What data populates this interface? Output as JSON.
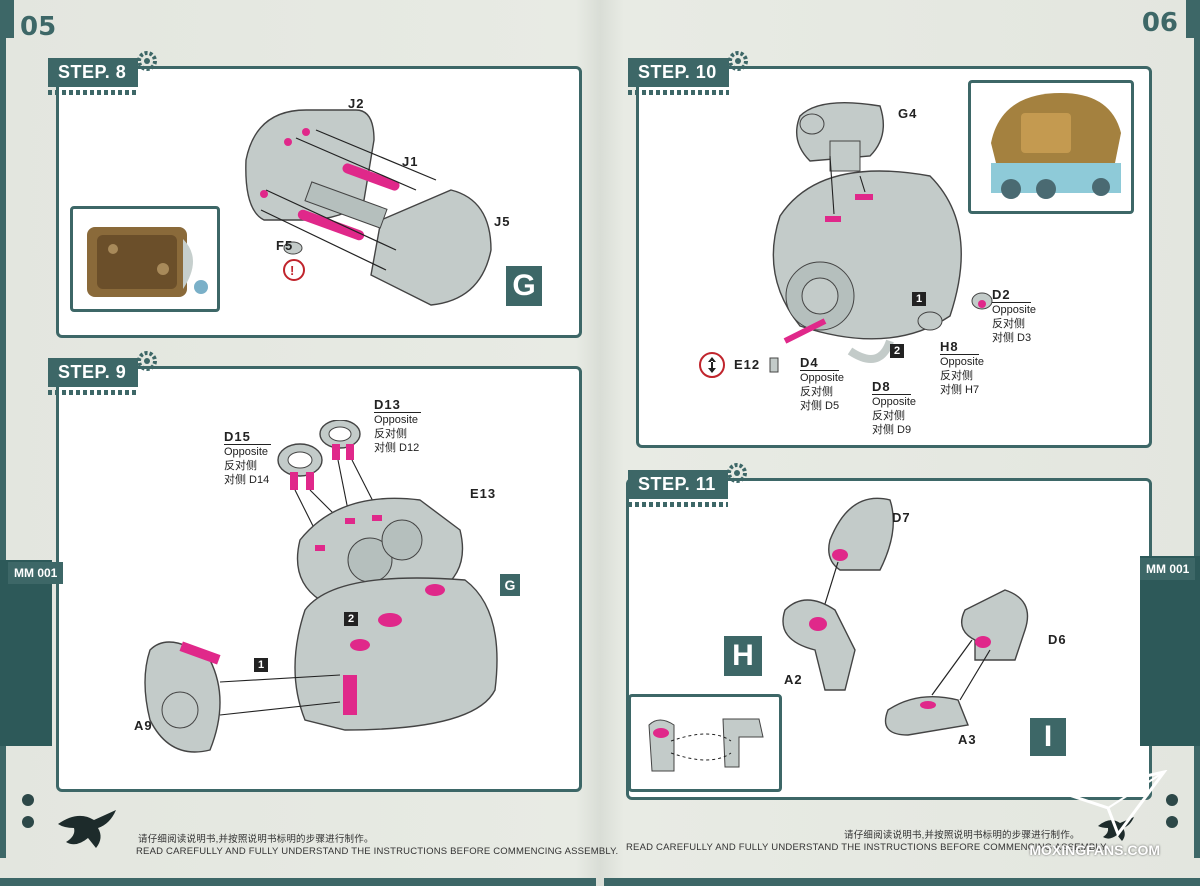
{
  "pages": {
    "left_number": "05",
    "right_number": "06"
  },
  "step8": {
    "title": "STEP. 8",
    "labels": {
      "j2": "J2",
      "j1": "J1",
      "j5": "J5",
      "f5": "F5"
    },
    "letter": "G"
  },
  "step9": {
    "title": "STEP. 9",
    "d15": {
      "code": "D15",
      "en": "Opposite",
      "cn": "反对侧",
      "opp": "对侧 D14"
    },
    "d13": {
      "code": "D13",
      "en": "Opposite",
      "cn": "反对侧",
      "opp": "对侧 D12"
    },
    "labels": {
      "e13": "E13",
      "a9": "A9",
      "g": "G"
    },
    "steps": {
      "one": "1",
      "two": "2"
    }
  },
  "step10": {
    "title": "STEP. 10",
    "labels": {
      "g4": "G4",
      "e12": "E12"
    },
    "d2": {
      "code": "D2",
      "en": "Opposite",
      "cn": "反对侧",
      "opp": "对侧 D3"
    },
    "d4": {
      "code": "D4",
      "en": "Opposite",
      "cn": "反对侧",
      "opp": "对侧 D5"
    },
    "d8": {
      "code": "D8",
      "en": "Opposite",
      "cn": "反对侧",
      "opp": "对侧 D9"
    },
    "h8": {
      "code": "H8",
      "en": "Opposite",
      "cn": "反对侧",
      "opp": "对侧 H7"
    },
    "steps": {
      "one": "1",
      "two": "2"
    }
  },
  "step11": {
    "title": "STEP. 11",
    "labels": {
      "d7": "D7",
      "a2": "A2",
      "d6": "D6",
      "a3": "A3"
    },
    "letter_h": "H",
    "letter_i": "I"
  },
  "side_tabs": {
    "left": "MM 001",
    "right": "MM 001"
  },
  "footer": {
    "cn": "请仔细阅读说明书,并按照说明书标明的步骤进行制作。",
    "en": "READ CAREFULLY AND FULLY UNDERSTAND THE INSTRUCTIONS BEFORE COMMENCING ASSEMBLY."
  },
  "watermark": "MOXINGFANS.COM",
  "colors": {
    "accent": "#3d6767",
    "highlight": "#e0288a",
    "part": "#b9c4c2"
  }
}
